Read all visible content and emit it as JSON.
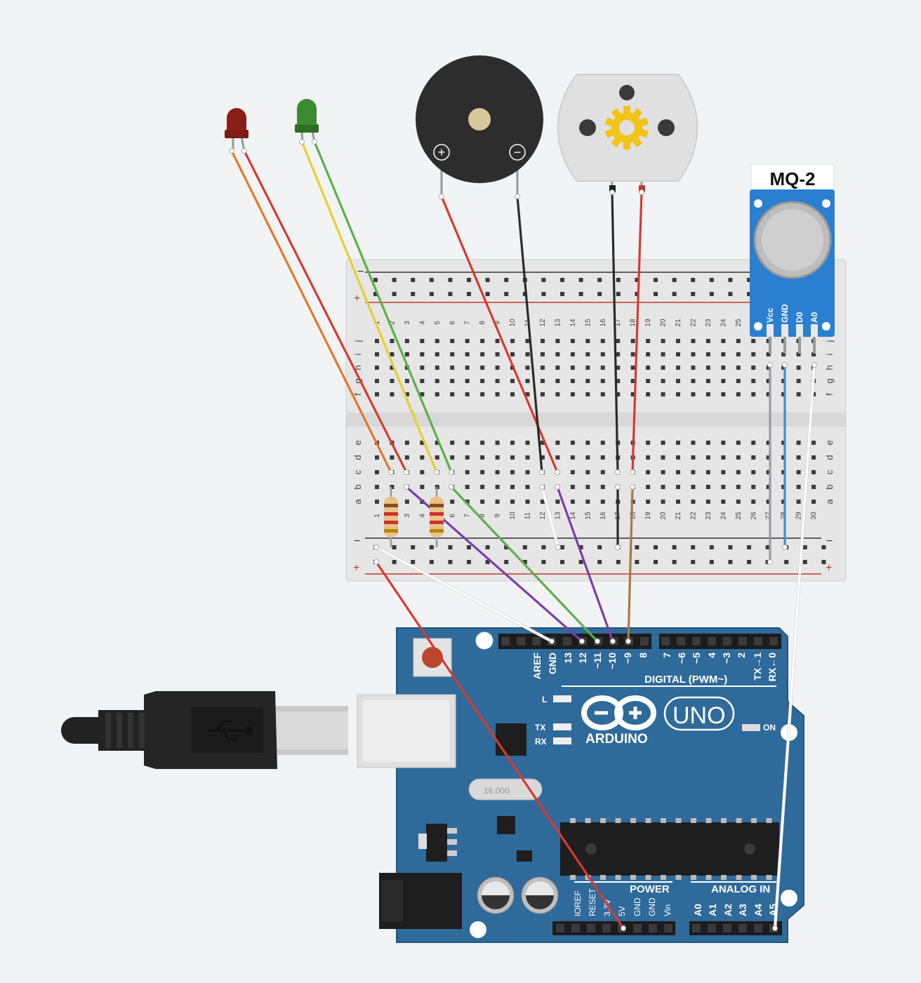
{
  "sensor": {
    "title": "MQ-2",
    "pins": [
      "Vcc",
      "GND",
      "D0",
      "A0"
    ]
  },
  "breadboard": {
    "row_letters_top": [
      "f",
      "g",
      "h",
      "i",
      "j"
    ],
    "row_letters_bottom": [
      "a",
      "b",
      "c",
      "d",
      "e"
    ],
    "column_numbers": [
      "1",
      "2",
      "3",
      "4",
      "5",
      "6",
      "7",
      "8",
      "9",
      "10",
      "11",
      "12",
      "13",
      "14",
      "15",
      "16",
      "17",
      "18",
      "19",
      "20",
      "21",
      "22",
      "23",
      "24",
      "25",
      "26",
      "27",
      "28",
      "29",
      "30"
    ],
    "rail_plus": "+",
    "rail_minus": "−"
  },
  "buzzer": {
    "plus": "+",
    "minus": "−"
  },
  "arduino": {
    "logo": "ARDUINO",
    "model": "UNO",
    "on_label": "ON",
    "led_labels": {
      "l": "L",
      "tx": "TX",
      "rx": "RX"
    },
    "digital_header": "DIGITAL (PWM~)",
    "digital_pins": [
      "AREF",
      "GND",
      "13",
      "12",
      "~11",
      "~10",
      "~9",
      "8",
      "7",
      "~6",
      "~5",
      "4",
      "~3",
      "2",
      "TX→1",
      "RX←0"
    ],
    "power_header": "POWER",
    "power_pins": [
      "IOREF",
      "RESET",
      "3.3V",
      "5V",
      "GND",
      "GND",
      "Vin"
    ],
    "analog_header": "ANALOG IN",
    "analog_pins": [
      "A0",
      "A1",
      "A2",
      "A3",
      "A4",
      "A5"
    ],
    "crystal": "16.000"
  }
}
